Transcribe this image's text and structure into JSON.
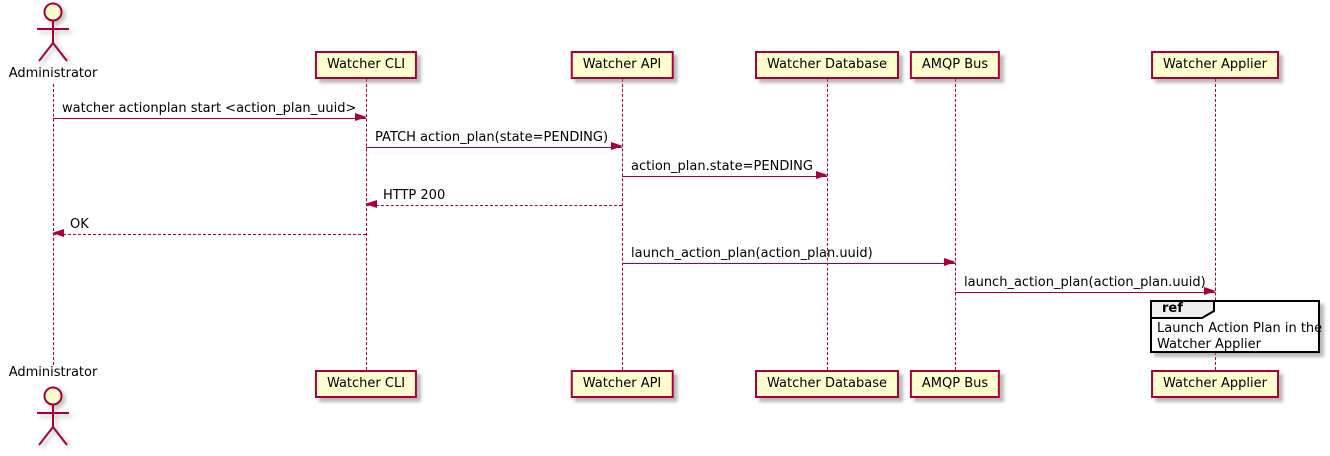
{
  "diagram_type": "sequence",
  "colors": {
    "stroke": "#A80036",
    "participant_fill": "#FEFECE",
    "ref_border": "#000000",
    "ref_header_fill": "#EEEEEE",
    "text": "#000000",
    "background": "#FFFFFF"
  },
  "actor": {
    "label": "Administrator"
  },
  "participants": [
    {
      "label": "Watcher CLI"
    },
    {
      "label": "Watcher API"
    },
    {
      "label": "Watcher Database"
    },
    {
      "label": "AMQP Bus"
    },
    {
      "label": "Watcher Applier"
    }
  ],
  "messages": [
    {
      "label": "watcher actionplan start <action_plan_uuid>",
      "from": "Administrator",
      "to": "Watcher CLI",
      "line": "solid",
      "direction": "right"
    },
    {
      "label": "PATCH action_plan(state=PENDING)",
      "from": "Watcher CLI",
      "to": "Watcher API",
      "line": "solid",
      "direction": "right"
    },
    {
      "label": "action_plan.state=PENDING",
      "from": "Watcher API",
      "to": "Watcher Database",
      "line": "solid",
      "direction": "right"
    },
    {
      "label": "HTTP 200",
      "from": "Watcher API",
      "to": "Watcher CLI",
      "line": "dashed",
      "direction": "left"
    },
    {
      "label": "OK",
      "from": "Watcher CLI",
      "to": "Administrator",
      "line": "dashed",
      "direction": "left"
    },
    {
      "label": "launch_action_plan(action_plan.uuid)",
      "from": "Watcher API",
      "to": "AMQP Bus",
      "line": "solid",
      "direction": "right"
    },
    {
      "label": "launch_action_plan(action_plan.uuid)",
      "from": "AMQP Bus",
      "to": "Watcher Applier",
      "line": "solid",
      "direction": "right"
    }
  ],
  "ref": {
    "keyword": "ref",
    "over": "Watcher Applier",
    "lines": [
      "Launch Action Plan in the",
      "Watcher Applier"
    ]
  }
}
